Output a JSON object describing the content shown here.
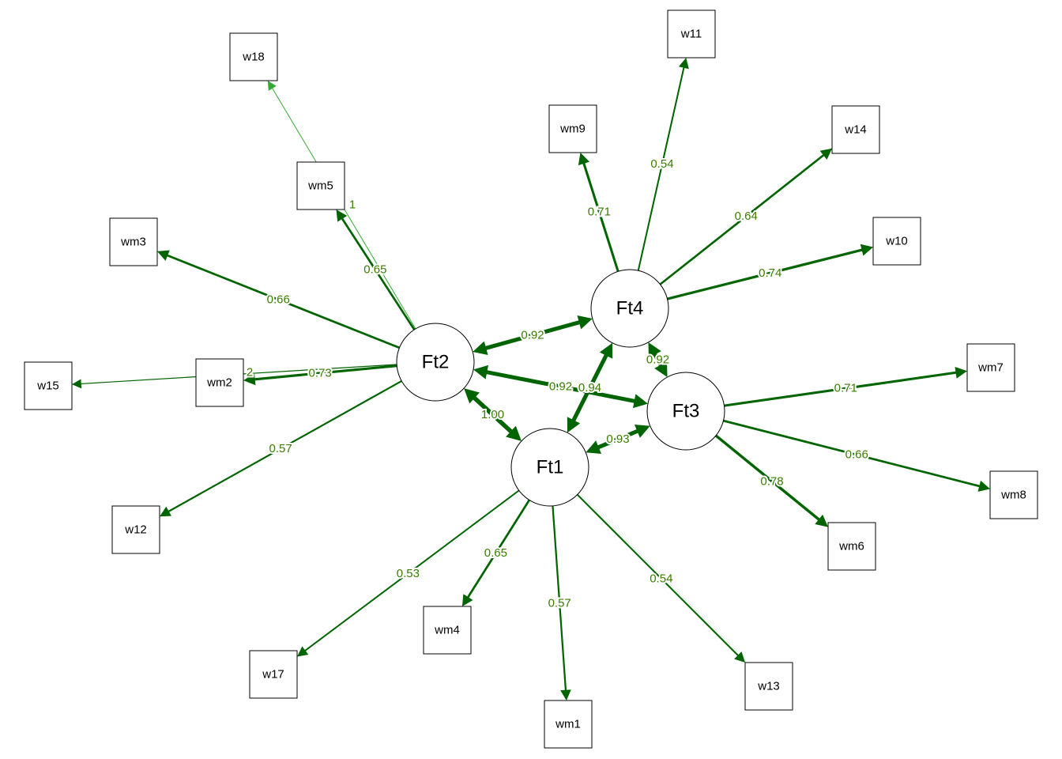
{
  "colors": {
    "edge": "#006400",
    "edge_weak": "#33aa33",
    "label": "#3a7d00"
  },
  "latents": [
    {
      "id": "Ft2",
      "label": "Ft2"
    },
    {
      "id": "Ft4",
      "label": "Ft4"
    },
    {
      "id": "Ft3",
      "label": "Ft3"
    },
    {
      "id": "Ft1",
      "label": "Ft1"
    }
  ],
  "manifests": [
    {
      "id": "w18",
      "label": "w18"
    },
    {
      "id": "wm5",
      "label": "wm5"
    },
    {
      "id": "wm3",
      "label": "wm3"
    },
    {
      "id": "w15",
      "label": "w15"
    },
    {
      "id": "wm2",
      "label": "wm2"
    },
    {
      "id": "w12",
      "label": "w12"
    },
    {
      "id": "w17",
      "label": "w17"
    },
    {
      "id": "wm4",
      "label": "wm4"
    },
    {
      "id": "wm1",
      "label": "wm1"
    },
    {
      "id": "w13",
      "label": "w13"
    },
    {
      "id": "wm6",
      "label": "wm6"
    },
    {
      "id": "wm8",
      "label": "wm8"
    },
    {
      "id": "wm7",
      "label": "wm7"
    },
    {
      "id": "w10",
      "label": "w10"
    },
    {
      "id": "w14",
      "label": "w14"
    },
    {
      "id": "w11",
      "label": "w11"
    },
    {
      "id": "wm9",
      "label": "wm9"
    }
  ],
  "loadings": [
    {
      "from": "Ft2",
      "to": "w18",
      "label": "1",
      "value": 0.1,
      "weak": true
    },
    {
      "from": "Ft2",
      "to": "w15",
      "label": "2",
      "value": 0.2,
      "weak": false
    },
    {
      "from": "Ft2",
      "to": "wm5",
      "label": "0.65",
      "value": 0.65
    },
    {
      "from": "Ft2",
      "to": "wm3",
      "label": "0.66",
      "value": 0.66
    },
    {
      "from": "Ft2",
      "to": "wm2",
      "label": "0.73",
      "value": 0.73
    },
    {
      "from": "Ft2",
      "to": "w12",
      "label": "0.57",
      "value": 0.57
    },
    {
      "from": "Ft1",
      "to": "w17",
      "label": "0.53",
      "value": 0.53
    },
    {
      "from": "Ft1",
      "to": "wm4",
      "label": "0.65",
      "value": 0.65
    },
    {
      "from": "Ft1",
      "to": "wm1",
      "label": "0.57",
      "value": 0.57
    },
    {
      "from": "Ft1",
      "to": "w13",
      "label": "0.54",
      "value": 0.54
    },
    {
      "from": "Ft3",
      "to": "wm6",
      "label": "0.78",
      "value": 0.78
    },
    {
      "from": "Ft3",
      "to": "wm8",
      "label": "0.66",
      "value": 0.66
    },
    {
      "from": "Ft3",
      "to": "wm7",
      "label": "0.71",
      "value": 0.71
    },
    {
      "from": "Ft4",
      "to": "w10",
      "label": "0.74",
      "value": 0.74
    },
    {
      "from": "Ft4",
      "to": "w14",
      "label": "0.64",
      "value": 0.64
    },
    {
      "from": "Ft4",
      "to": "w11",
      "label": "0.54",
      "value": 0.54
    },
    {
      "from": "Ft4",
      "to": "wm9",
      "label": "0.71",
      "value": 0.71
    }
  ],
  "covariances": [
    {
      "from": "Ft2",
      "to": "Ft4",
      "label": "0.92",
      "value": 0.92
    },
    {
      "from": "Ft2",
      "to": "Ft3",
      "label": "0.92",
      "value": 0.92
    },
    {
      "from": "Ft2",
      "to": "Ft1",
      "label": "1.00",
      "value": 1.0
    },
    {
      "from": "Ft4",
      "to": "Ft1",
      "label": "0.94",
      "value": 0.94
    },
    {
      "from": "Ft4",
      "to": "Ft3",
      "label": "0.92",
      "value": 0.92
    },
    {
      "from": "Ft1",
      "to": "Ft3",
      "label": "0.93",
      "value": 0.93
    }
  ]
}
